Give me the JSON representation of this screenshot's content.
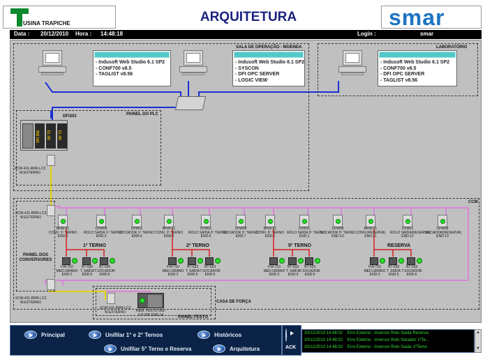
{
  "header": {
    "logo_text": "USINA TRAPICHE",
    "title": "ARQUITETURA",
    "brand": "smar"
  },
  "infobar": {
    "date_label": "Data :",
    "date_value": "20/12/2010",
    "time_label": "Hora :",
    "time_value": "14:48:18",
    "login_label": "Login :",
    "login_value": "smar"
  },
  "rooms": {
    "operation": "SALA DE OPERAÇÃO - MOENDA",
    "lab": "LABORATÓRIO",
    "plc_panel": "PAINEL DO PLC",
    "ccm": "CCM",
    "converters": "PAINEL DOS CONVERSORES",
    "festo_panel": "PAINEL FESTO",
    "power_house": "CASA DE FORÇA"
  },
  "workstations": [
    {
      "lines": [
        "- Indusoft Web Studio 6.1 SP2",
        "- CONF700 v8.5",
        "- TAGLIST v8.56"
      ]
    },
    {
      "lines": [
        "- Indusoft Web Studio 6.1 SP2",
        "- SYSCON",
        "- DFI OPC SERVER",
        "- LOGIC VIEW"
      ]
    },
    {
      "lines": [
        "- Indusoft Web Studio 6.1 SP2",
        "- CONF700 v8.5",
        "- DFI OPC SERVER",
        "- TAGLIST v8.56"
      ]
    }
  ],
  "plc": {
    "name": "DFI302",
    "modules": [
      "DFI 302",
      "DF 73",
      "DF 73"
    ],
    "converter_top": "XCW-411-RRR-LC3 W.EXTERNO"
  },
  "converters": [
    "XCW-411-RRR-LC3 W.EXTERNO",
    "XCW-411-RRR-LC3 W.EXTERNO"
  ],
  "festo": {
    "converter": "XCW-411-RRR-LC3 W.EXTERNO",
    "rem": "REM. FESTO 050-UJI-000 END.14"
  },
  "ccm_devices": [
    {
      "l1": "BFW-01",
      "l2": "CONV. 1º TERNO",
      "l3": "END:1"
    },
    {
      "l1": "CFW09",
      "l2": "ROLO SAÍDA 1º TERNO",
      "l3": "END:3"
    },
    {
      "l1": "CFW11",
      "l2": "SOCADOR 1º TERNO",
      "l3": "END:4"
    },
    {
      "l1": "BFW-01",
      "l2": "CONV. 2º TERNO",
      "l3": "END:5"
    },
    {
      "l1": "CFW11",
      "l2": "ROLO SAÍDA 2º TERNO",
      "l3": "END:6"
    },
    {
      "l1": "CFW09",
      "l2": "SOCADOR 2º TERNO",
      "l3": "END:7"
    },
    {
      "l1": "BFW-01",
      "l2": "CONV. 5º TERNO",
      "l3": "END:1"
    },
    {
      "l1": "CFW11",
      "l2": "ROLO SAÍDA 5º TERNO",
      "l3": "END:1"
    },
    {
      "l1": "CFW09",
      "l2": "SOCADOR 5º TERNO",
      "l3": "END:10"
    },
    {
      "l1": "BFW-01",
      "l2": "CONV.(RESERVA)",
      "l3": "END:11"
    },
    {
      "l1": "CFW11",
      "l2": "ROLO SAÍDA(RESERVA)",
      "l3": "END:12"
    },
    {
      "l1": "CFW09",
      "l2": "SOCADOR(RESERVA)",
      "l3": "END:13"
    }
  ],
  "groups": [
    {
      "name": "1º TERNO",
      "devices": [
        {
          "l1": "FW-710",
          "l2": "MED.GRANO",
          "l3": "END:2"
        },
        {
          "l1": "NT-530",
          "l2": "T. SAÍDA",
          "l3": "END:5"
        },
        {
          "l1": "NT-530",
          "l2": "T.SOCADOR",
          "l3": "END:6"
        }
      ]
    },
    {
      "name": "2º TERNO",
      "devices": [
        {
          "l1": "FW-710",
          "l2": "MED.GRANO",
          "l3": "END:2"
        },
        {
          "l1": "NT-633",
          "l2": "T. SAÍDA",
          "l3": "END:5"
        },
        {
          "l1": "NT-633",
          "l2": "T.SOCADOR",
          "l3": "END:6"
        }
      ]
    },
    {
      "name": "5º TERNO",
      "devices": [
        {
          "l1": "FW-710",
          "l2": "MED.GRANO",
          "l3": "END:2"
        },
        {
          "l1": "NT-633",
          "l2": "T. SAÍDA",
          "l3": "END:5"
        },
        {
          "l1": "NT-633",
          "l2": "T.SOCADOR",
          "l3": "END:6"
        }
      ]
    },
    {
      "name": "RESERVA",
      "devices": [
        {
          "l1": "FW-710",
          "l2": "MED.GRANO",
          "l3": "END:2"
        },
        {
          "l1": "NT-633",
          "l2": "T. SAÍDA",
          "l3": "END:5"
        },
        {
          "l1": "NT-633",
          "l2": "T.SOCADOR",
          "l3": "END:6"
        }
      ]
    }
  ],
  "nav": {
    "principal": "Principal",
    "unify12": "Unifilar 1° e 2° Ternos",
    "historicos": "Históricos",
    "unify5": "Unifilar 5° Terno e Reserva",
    "arquitetura": "Arquitetura",
    "ack": "ACK"
  },
  "alarms": [
    {
      "date": "20/12/2010",
      "time": "14:48:02",
      "msg": "Erro Externo - Inversor Rolo Saída Reserva"
    },
    {
      "date": "20/12/2010",
      "time": "14:48:02",
      "msg": "Erro Externo - Inversor Rolo Socador 1ºTe..."
    },
    {
      "date": "20/12/2010",
      "time": "14:48:02",
      "msg": "Erro Externo - Inversor Rolo Saída 1ºTerno"
    }
  ],
  "colors": {
    "title": "#1a237e",
    "brand": "#1c74c4",
    "ethernet": "#1a2fd6",
    "fieldbus": "#e070e0",
    "segment": "#d81e1e",
    "status_ok": "#28e028",
    "converter_link": "#e8d400",
    "nav_bg": "#0a2346"
  }
}
